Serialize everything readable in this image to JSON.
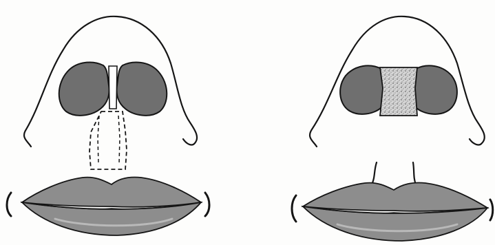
{
  "figure": {
    "panels": [
      {
        "id": "before",
        "state": "incision marked, flap outlined"
      },
      {
        "id": "after",
        "state": "graft in place"
      }
    ]
  },
  "colors": {
    "ink": "#151515",
    "nostril": "#6f6f6f",
    "nostril_shadow": "#5a5a5a",
    "lips": "#8d8d8d",
    "lip_highlight": "#b9b9b9",
    "graft": "#cfcfcf",
    "background": "#fdfdfc"
  },
  "icons": {
    "nose_outline": "nose-outline-icon",
    "nostril": "nostril-icon",
    "lips": "lips-icon",
    "flap": "flap-outline-icon",
    "graft": "graft-icon"
  }
}
